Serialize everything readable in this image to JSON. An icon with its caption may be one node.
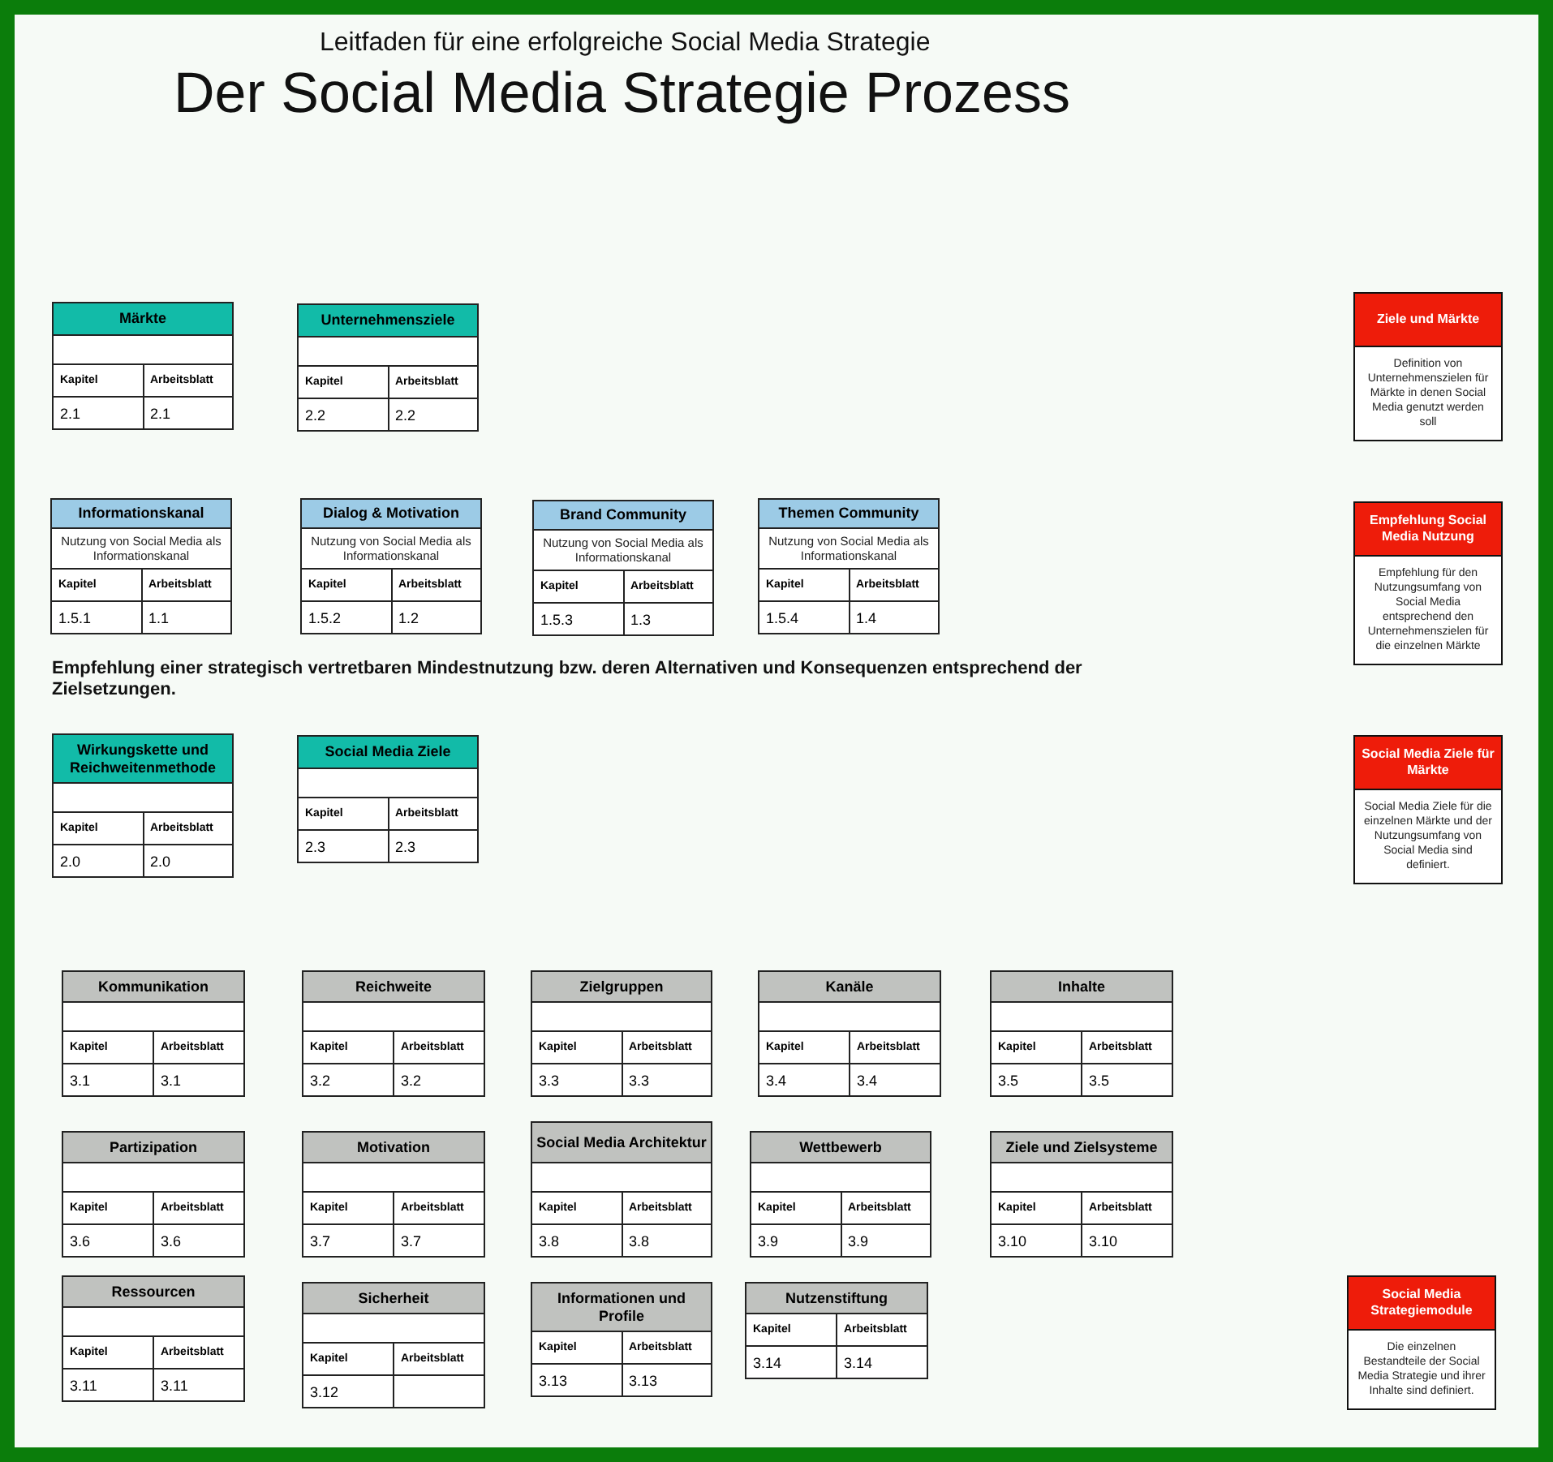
{
  "diagram": {
    "title": "Der Social Media Strategie Prozess",
    "nodes": [
      {
        "text": [
          "Märkte",
          "Kapitel",
          "Arbeitsblatt",
          "2.1",
          "2.1"
        ]
      },
      {
        "text": [
          "Unternehmensziele",
          "Kapitel",
          "Arbeitsblatt",
          "2.2",
          "2.2"
        ]
      },
      {
        "text": [
          "Ziele und Märkte",
          "Definition von Unternehmenszielen für Märkte in denen Social Media genutzt werden soll"
        ]
      },
      {
        "text": [
          "Informationskanal",
          "Nutzung von Social Media als Informationskanal",
          "Kapitel",
          "Arbeitsblatt",
          "1.5.1",
          "1.1"
        ]
      },
      {
        "text": [
          "Dialog & Motivation",
          "Nutzung von Social Media als Informationskanal",
          "Kapitel",
          "Arbeitsblatt",
          "1.5.2",
          "1.2"
        ]
      },
      {
        "text": [
          "Brand Community",
          "Nutzung von Social Media als Informationskanal",
          "Kapitel",
          "Arbeitsblatt",
          "1.5.3",
          "1.3"
        ]
      },
      {
        "text": [
          "Themen Community",
          "Nutzung von Social Media als Informationskanal",
          "Kapitel",
          "Arbeitsblatt",
          "1.5.4",
          "1.4"
        ]
      },
      {
        "text": [
          "Empfehlung Social Media Nutzung",
          "Empfehlung für den Nutzungsumfang von Social Media entsprechend den Unternehmenszielen für die einzelnen Märkte"
        ]
      },
      {
        "text": [
          "Wirkungskette und Reichweitenmethode",
          "Kapitel",
          "Arbeitsblatt",
          "2.0",
          "2.0"
        ]
      },
      {
        "text": [
          "Social Media Ziele",
          "Kapitel",
          "Arbeitsblatt",
          "2.3",
          "2.3"
        ]
      },
      {
        "text": [
          "Social Media Ziele für Märkte",
          "Social Media Ziele für die einzelnen Märkte und der Nutzungsumfang von Social Media sind definiert."
        ]
      },
      {
        "text": [
          "Kommunikation",
          "Kapitel",
          "Arbeitsblatt",
          "3.1",
          "3.1"
        ]
      },
      {
        "text": [
          "Reichweite",
          "Kapitel",
          "Arbeitsblatt",
          "3.2",
          "3.2"
        ]
      },
      {
        "text": [
          "Zielgruppen",
          "Kapitel",
          "Arbeitsblatt",
          "3.3",
          "3.3"
        ]
      },
      {
        "text": [
          "Kanäle",
          "Kapitel",
          "Arbeitsblatt",
          "3.4",
          "3.4"
        ]
      },
      {
        "text": [
          "Inhalte",
          "Kapitel",
          "Arbeitsblatt",
          "3.5",
          "3.5"
        ]
      },
      {
        "text": [
          "Partizipation",
          "Kapitel",
          "Arbeitsblatt",
          "3.6",
          "3.6"
        ]
      },
      {
        "text": [
          "Motivation",
          "Kapitel",
          "Arbeitsblatt",
          "3.7",
          "3.7"
        ]
      },
      {
        "text": [
          "Social Media Architektur",
          "Kapitel",
          "Arbeitsblatt",
          "3.8",
          "3.8"
        ]
      },
      {
        "text": [
          "Wettbewerb",
          "Kapitel",
          "Arbeitsblatt",
          "3.9",
          "3.9"
        ]
      },
      {
        "text": [
          "Ziele und Zielsysteme",
          "Kapitel",
          "Arbeitsblatt",
          "3.10",
          "3.10"
        ]
      },
      {
        "text": [
          "Ressourcen",
          "Kapitel",
          "Arbeitsblatt",
          "3.11",
          "3.11"
        ]
      },
      {
        "text": [
          "Sicherheit",
          "Kapitel",
          "Arbeitsblatt",
          "3.12"
        ]
      },
      {
        "text": [
          "Informationen und Profile",
          "Kapitel",
          "Arbeitsblatt",
          "3.13",
          "3.13"
        ]
      },
      {
        "text": [
          "Nutzenstiftung",
          "Kapitel",
          "Arbeitsblatt",
          "3.14",
          "3.14"
        ]
      },
      {
        "text": [
          "Social Media Strategiemodule",
          "Die einzelnen Bestandteile der Social Media Strategie und ihrer Inhalte sind definiert."
        ]
      }
    ],
    "labels": [
      "Leitfaden für eine erfolgreiche Social Media Strategie",
      "Empfehlung einer strategisch vertretbaren Mindestnutzung bzw. deren Alternativen und Konsequenzen entsprechend der Zielsetzungen."
    ]
  }
}
